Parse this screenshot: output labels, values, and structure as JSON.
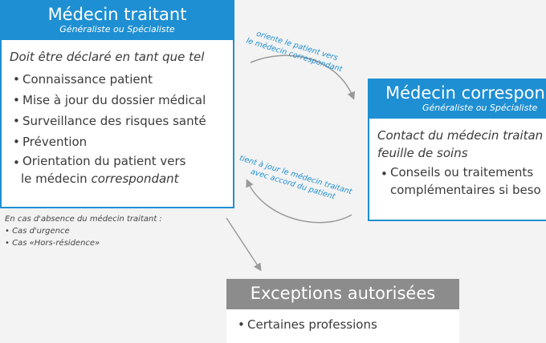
{
  "medecin_traitant": {
    "title": "Médecin traitant",
    "subtitle": "Généraliste ou Spécialiste",
    "intro": "Doit être déclaré en tant que tel",
    "items": [
      "Connaissance patient",
      "Mise à jour du dossier médical",
      "Surveillance des risques santé",
      "Prévention"
    ],
    "last_item_line1": "Orientation du patient vers",
    "last_item_line2_prefix": "le médecin ",
    "last_item_line2_em": "correspondant"
  },
  "medecin_correspondant": {
    "title": "Médecin correspon",
    "subtitle": "Généraliste ou Spécialiste",
    "intro_line1": "Contact du médecin traitan",
    "intro_line2": "feuille de soins",
    "item_line1": "Conseils ou traitements",
    "item_line2": "complémentaires si beso"
  },
  "exceptions": {
    "title": "Exceptions autorisées",
    "item": "Certaines professions"
  },
  "arrow_labels": {
    "top_line1": "oriente le patient vers",
    "top_line2": "le médecin correspondant",
    "bottom_line1": "tient à jour le médecin traitant",
    "bottom_line2": "avec accord du patient"
  },
  "absence_note": {
    "heading": "En cas d'absence du médecin traitant :",
    "items": [
      "• Cas d'urgence",
      "• Cas «Hors-résidence»"
    ]
  },
  "colors": {
    "accent_blue": "#1e8fd2",
    "exception_gray": "#8c8c8c",
    "arrow_gray": "#9a9a9a"
  }
}
